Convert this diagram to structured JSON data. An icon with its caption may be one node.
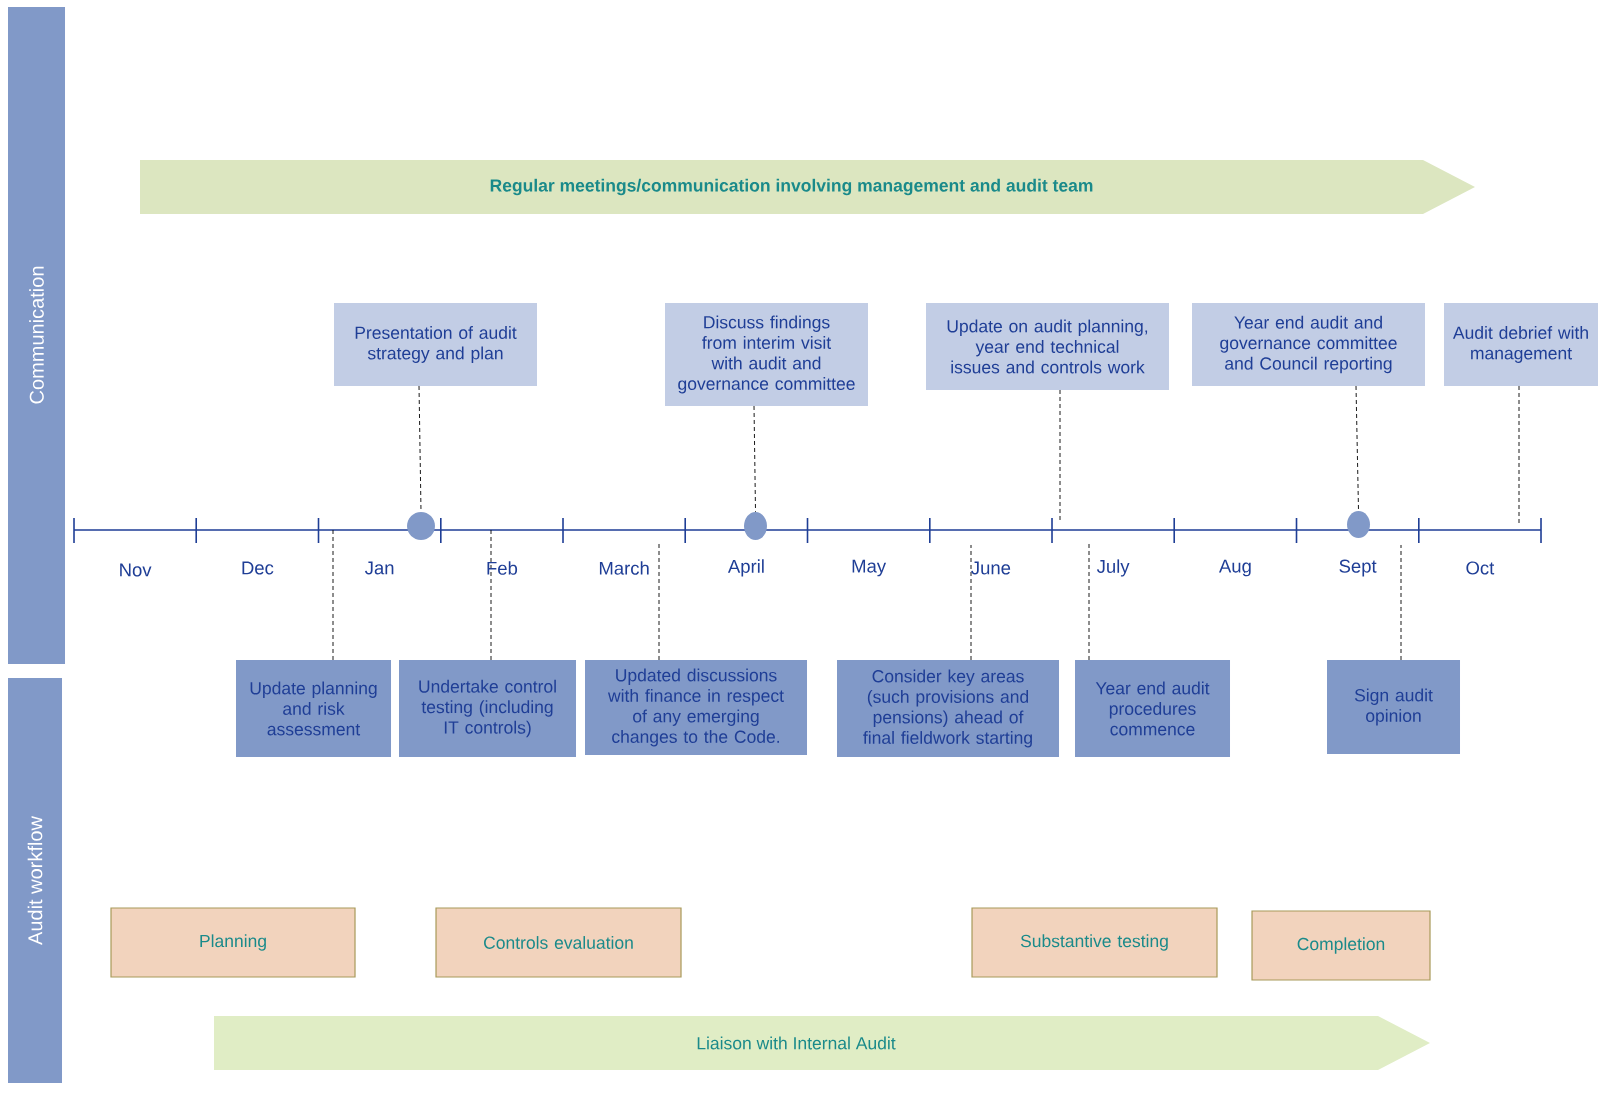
{
  "diagram": {
    "nodes": [
      {
        "text": [
          "Communication"
        ]
      },
      {
        "text": [
          "Audit workflow"
        ]
      },
      {
        "text": [
          "Regular meetings/communication involving management and audit team"
        ]
      },
      {
        "text": [
          "Presentation of audit strategy and plan"
        ]
      },
      {
        "text": [
          "Discuss findings from interim visit with audit and governance committee"
        ]
      },
      {
        "text": [
          "Update on audit planning, year end technical issues and controls work"
        ]
      },
      {
        "text": [
          "Year end audit and governance committee and Council reporting"
        ]
      },
      {
        "text": [
          "Audit debrief with management"
        ]
      },
      {
        "text": [],
        "shape": "circle"
      },
      {
        "text": [],
        "shape": "circle"
      },
      {
        "text": [],
        "shape": "circle"
      },
      {
        "text": [
          "Update planning and risk assessment"
        ]
      },
      {
        "text": [
          "Undertake control testing (including IT controls)"
        ]
      },
      {
        "text": [
          "Updated discussions with finance in respect of any emerging changes to the Code."
        ]
      },
      {
        "text": [
          "Consider key areas (such provisions and pensions) ahead of final fieldwork starting"
        ]
      },
      {
        "text": [
          "Year end audit procedures commence"
        ]
      },
      {
        "text": [
          "Sign audit opinion"
        ]
      },
      {
        "text": [
          "Planning"
        ]
      },
      {
        "text": [
          "Controls evaluation"
        ]
      },
      {
        "text": [
          "Substantive testing"
        ]
      },
      {
        "text": [
          "Completion"
        ]
      },
      {
        "text": [
          "Liaison with Internal Audit"
        ]
      }
    ],
    "edges": [
      {
        "from": 3,
        "to": 8,
        "arrow": "none",
        "style": "dashed"
      },
      {
        "from": 4,
        "to": 9,
        "arrow": "none",
        "style": "dashed"
      },
      {
        "from": 5,
        "to": null,
        "arrow": "none",
        "style": "dashed"
      },
      {
        "from": 6,
        "to": 10,
        "arrow": "none",
        "style": "dashed"
      },
      {
        "from": 7,
        "to": null,
        "arrow": "none",
        "style": "dashed"
      },
      {
        "from": 11,
        "to": null,
        "arrow": "none",
        "style": "dashed"
      },
      {
        "from": 12,
        "to": null,
        "arrow": "none",
        "style": "dashed"
      },
      {
        "from": 13,
        "to": null,
        "arrow": "none",
        "style": "dashed"
      },
      {
        "from": 14,
        "to": null,
        "arrow": "none",
        "style": "dashed"
      },
      {
        "from": 15,
        "to": null,
        "arrow": "none",
        "style": "dashed"
      },
      {
        "from": 16,
        "to": null,
        "arrow": "none",
        "style": "dashed"
      }
    ],
    "labels": [
      "Nov",
      "Dec",
      "Jan",
      "Feb",
      "March",
      "April",
      "May",
      "June",
      "July",
      "Aug",
      "Sept",
      "Oct"
    ]
  }
}
